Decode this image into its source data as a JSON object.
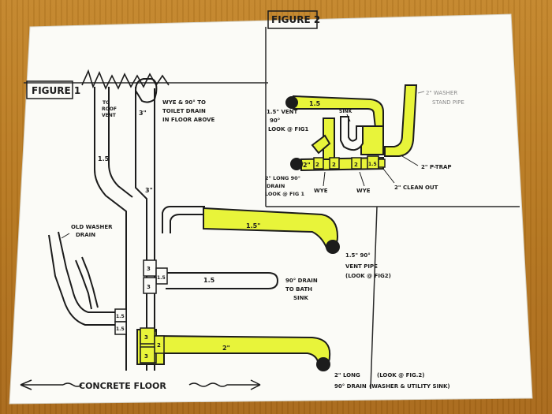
{
  "figure1": {
    "title": "FIGURE 1",
    "top_note_small_left": "TO",
    "top_note_small_left2": "ROOF",
    "top_note_small_left3": "VENT",
    "size_15_left": "1.5",
    "size_3_top": "3\"",
    "size_3_mid": "3\"",
    "wye_note_line1": "WYE & 90° TO",
    "wye_note_line2": "TOILET DRAIN",
    "wye_note_line3": "IN FLOOR ABOVE",
    "old_washer_line1": "OLD WASHER",
    "old_washer_line2": "DRAIN",
    "vent_size": "1.5\"",
    "vent_label_line1": "1.5\" 90°",
    "vent_label_line2": "VENT PIPE",
    "vent_label_line3": "(LOOK @ FIG2)",
    "bath_size": "1.5",
    "bath_label_line1": "90° DRAIN",
    "bath_label_line2": "TO BATH",
    "bath_label_line3": "SINK",
    "drain_size": "2\"",
    "drain_label_line1": "2\" LONG",
    "drain_label_line2": "90° DRAIN",
    "drain_label_line3": "(WASHER & UTILITY SINK)",
    "look_fig2": "(LOOK @ FIG.2)",
    "box_3a": "3",
    "box_15a": "1.5",
    "box_3b": "3",
    "box_3c": "3",
    "box_2": "2",
    "box_3d": "3",
    "left_box_15a": "1.5",
    "left_box_15b": "1.5",
    "floor_label": "CONCRETE FLOOR"
  },
  "figure2": {
    "title": "FIGURE 2",
    "washer_line1": "2\" WASHER",
    "washer_line2": "STAND PIPE",
    "vent_line1": "1.5\" VENT",
    "vent_line2": "90°",
    "vent_line3": "LOOK @ FIG1",
    "vent_size": "1.5",
    "sink_label": "SINK",
    "drain_line1": "2\" LONG 90°",
    "drain_line2": "DRAIN",
    "drain_line3": "LOOK @ FIG 1",
    "size_2a": "2\"",
    "size_2b": "2",
    "size_2c": "2",
    "size_2d": "2",
    "size_15": "1.5",
    "wye_a": "WYE",
    "wye_b": "WYE",
    "ptrap": "2\" P-TRAP",
    "cleanout": "2\" CLEAN OUT"
  },
  "colors": {
    "highlight": "#e8f43a",
    "ink": "#1c1c1c",
    "paper": "#fbfbf7",
    "table_wood": "#b5761e"
  }
}
